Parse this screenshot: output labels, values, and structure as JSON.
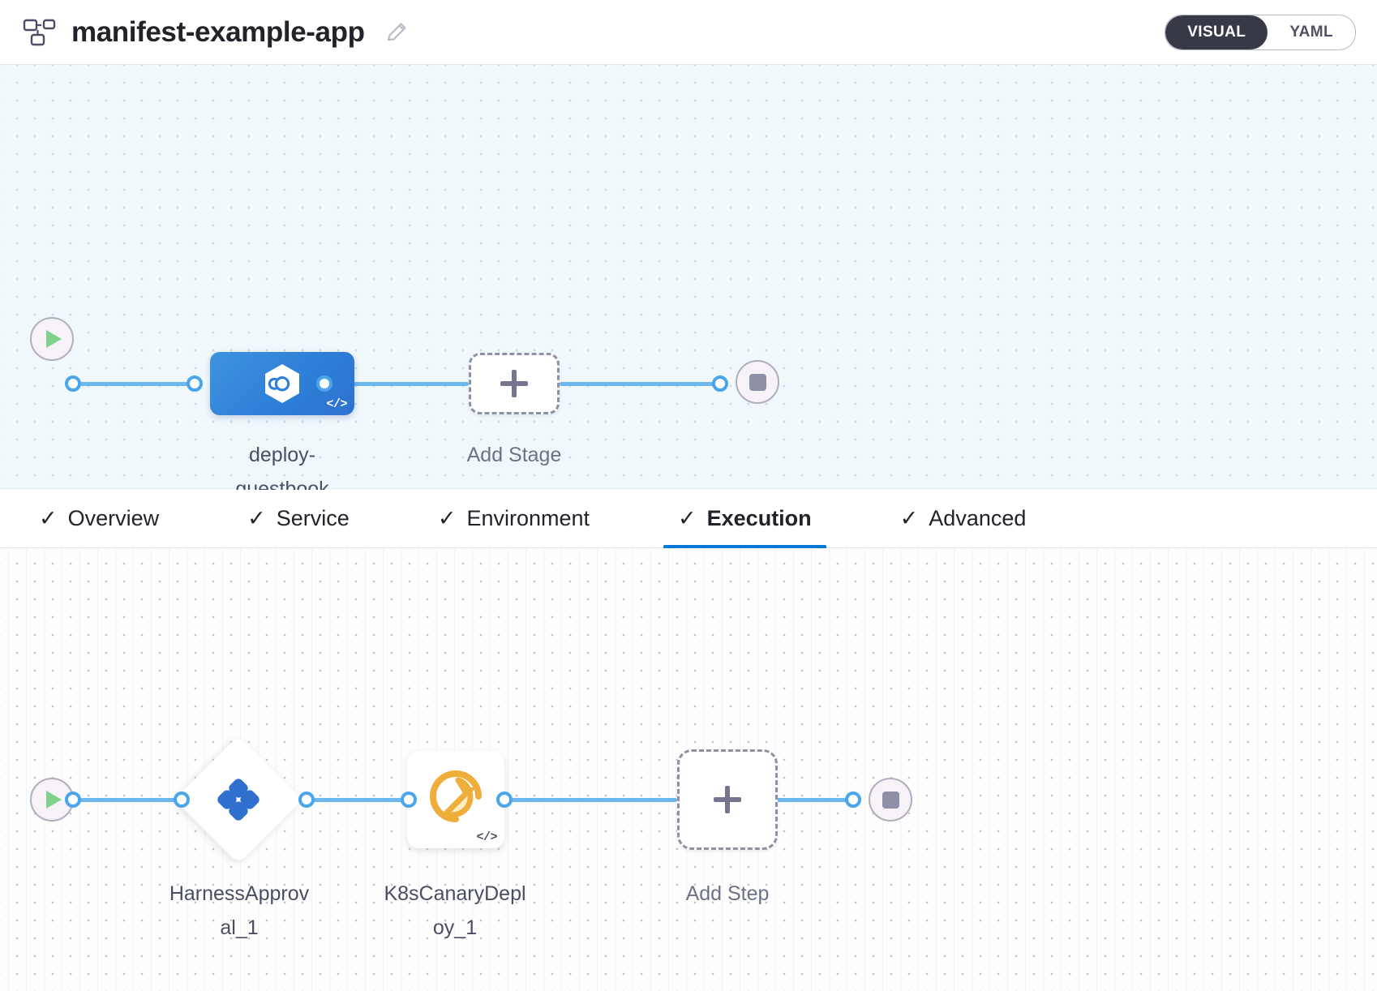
{
  "header": {
    "title": "manifest-example-app",
    "pipeline_icon": "pipeline-hierarchy-icon",
    "edit_icon": "edit-pencil-icon",
    "mode_toggle": {
      "visual_label": "VISUAL",
      "yaml_label": "YAML",
      "selected": "VISUAL",
      "active_bg": "#383946"
    }
  },
  "stage_canvas": {
    "start_node": "start-play-icon",
    "end_node": "stop-icon",
    "stage": {
      "label": "deploy-\nguestbook",
      "icon": "harness-hexagon-icon",
      "code_badge": "</>",
      "color": "#2d7fd8"
    },
    "add_stage": {
      "label": "Add Stage",
      "icon": "plus-icon"
    }
  },
  "tabs": {
    "items": [
      {
        "label": "Overview",
        "check": "✓",
        "active": false
      },
      {
        "label": "Service",
        "check": "✓",
        "active": false
      },
      {
        "label": "Environment",
        "check": "✓",
        "active": false
      },
      {
        "label": "Execution",
        "check": "✓",
        "active": true
      },
      {
        "label": "Advanced",
        "check": "✓",
        "active": false
      }
    ],
    "active_underline_color": "#0278d5"
  },
  "steps_canvas": {
    "start_node": "start-play-icon",
    "end_node": "stop-icon",
    "steps": [
      {
        "label": "HarnessApprov\nal_1",
        "name": "HarnessApproval_1",
        "icon": "harness-approval-icon",
        "shape": "diamond",
        "color": "#2f6fce"
      },
      {
        "label": "K8sCanaryDepl\noy_1",
        "name": "K8sCanaryDeploy_1",
        "icon": "canary-bird-icon",
        "shape": "square",
        "code_badge": "</>",
        "color": "#efae3c"
      }
    ],
    "add_step": {
      "label": "Add Step",
      "icon": "plus-icon"
    }
  }
}
